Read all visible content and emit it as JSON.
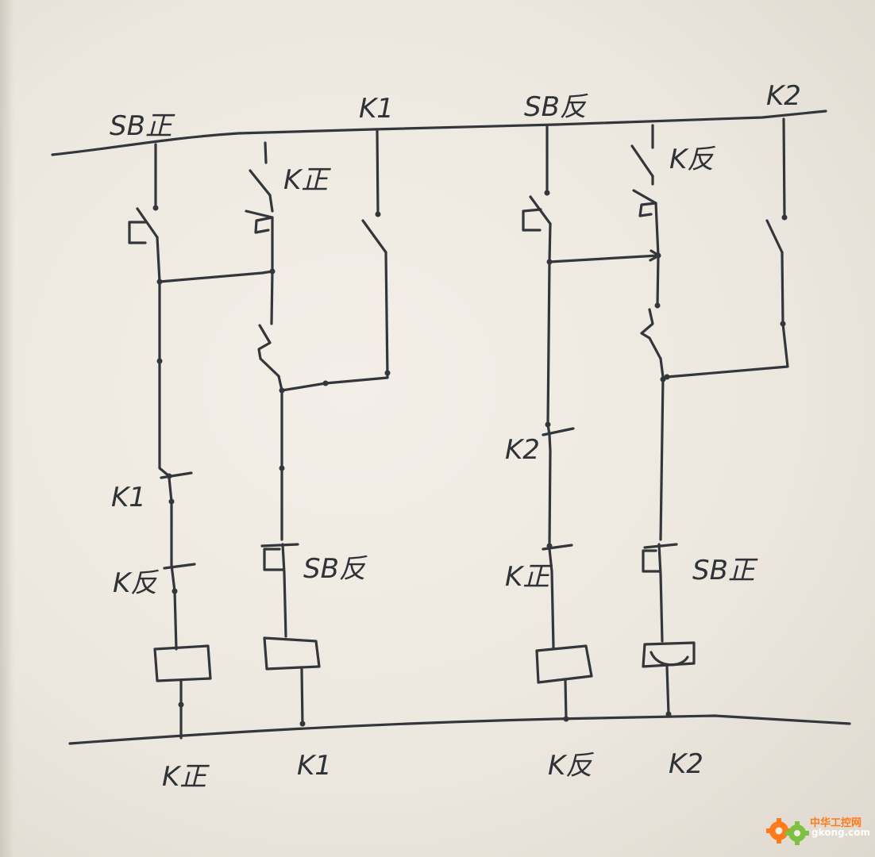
{
  "labels": {
    "top_sb_zheng": "SB正",
    "top_k1": "K1",
    "top_sb_fan": "SB反",
    "top_k2": "K2",
    "k_zheng_contact": "K正",
    "k_fan_contact": "K反",
    "k1_nc": "K1",
    "k_fan_nc": "K反",
    "sb_fan_btn": "SB反",
    "k2_nc": "K2",
    "k_zheng_nc": "K正",
    "sb_zheng_btn": "SB正",
    "bottom_k_zheng": "K正",
    "bottom_k1": "K1",
    "bottom_k_fan": "K反",
    "bottom_k2": "K2"
  },
  "watermark": {
    "line1": "中华工控网",
    "line2": "gkong.com"
  },
  "colors": {
    "ink": "#33363a",
    "paper": "#efeae2",
    "watermark_orange": "#ff7a1a",
    "watermark_green": "#7cc142"
  }
}
